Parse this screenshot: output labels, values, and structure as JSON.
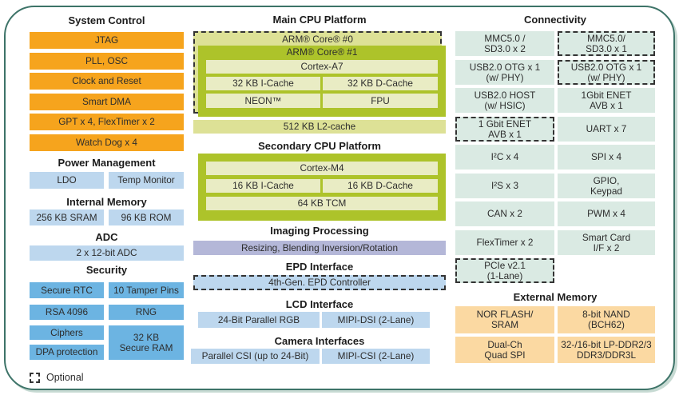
{
  "colors": {
    "orange": "#f6a41d",
    "light_blue": "#bdd7ee",
    "security_blue": "#6cb4e2",
    "cpu_green": "#adc32a",
    "pale_green": "#e9ecc4",
    "olive": "#dde196",
    "imaging_purple": "#b4b7d8",
    "connectivity_teal": "#daeae3",
    "memory_orange": "#fbd9a2",
    "frame_teal": "#3d7368",
    "frame_shadow": "#c7dad3"
  },
  "legend": {
    "optional": "Optional"
  },
  "left": {
    "system_control": {
      "title": "System Control",
      "items": [
        "JTAG",
        "PLL, OSC",
        "Clock and Reset",
        "Smart DMA",
        "GPT x 4, FlexTimer x 2",
        "Watch Dog x 4"
      ]
    },
    "power_management": {
      "title": "Power Management",
      "items": [
        "LDO",
        "Temp Monitor"
      ]
    },
    "internal_memory": {
      "title": "Internal Memory",
      "items": [
        "256 KB SRAM",
        "96 KB ROM"
      ]
    },
    "adc": {
      "title": "ADC",
      "items": [
        "2 x 12-bit ADC"
      ]
    },
    "security": {
      "title": "Security",
      "items": [
        "Secure RTC",
        "10 Tamper Pins",
        "RSA 4096",
        "RNG",
        "Ciphers",
        "DPA protection",
        "32 KB\nSecure RAM"
      ]
    }
  },
  "middle": {
    "main_cpu": {
      "title": "Main CPU Platform",
      "core0": "ARM® Core® #0",
      "core1": "ARM® Core® #1",
      "cortex": "Cortex-A7",
      "icache": "32 KB I-Cache",
      "dcache": "32 KB D-Cache",
      "neon": "NEON™",
      "fpu": "FPU",
      "l2cache": "512 KB L2-cache"
    },
    "secondary_cpu": {
      "title": "Secondary CPU Platform",
      "cortex": "Cortex-M4",
      "icache": "16 KB I-Cache",
      "dcache": "16 KB D-Cache",
      "tcm": "64 KB TCM"
    },
    "imaging": {
      "title": "Imaging Processing",
      "block": "Resizing, Blending Inversion/Rotation"
    },
    "epd": {
      "title": "EPD Interface",
      "block": "4th-Gen. EPD Controller"
    },
    "lcd": {
      "title": "LCD Interface",
      "blocks": [
        "24-Bit Parallel RGB",
        "MIPI-DSI (2-Lane)"
      ]
    },
    "camera": {
      "title": "Camera Interfaces",
      "blocks": [
        "Parallel CSI (up to 24-Bit)",
        "MIPI-CSI (2-Lane)"
      ]
    }
  },
  "right": {
    "connectivity": {
      "title": "Connectivity",
      "cells": [
        {
          "label": "MMC5.0 /\nSD3.0 x 2",
          "optional": false
        },
        {
          "label": "MMC5.0/\nSD3.0 x 1",
          "optional": true
        },
        {
          "label": "USB2.0 OTG x 1\n(w/ PHY)",
          "optional": false
        },
        {
          "label": "USB2.0 OTG x 1\n(w/ PHY)",
          "optional": true
        },
        {
          "label": "USB2.0 HOST\n(w/ HSIC)",
          "optional": false
        },
        {
          "label": "1Gbit ENET\nAVB x 1",
          "optional": false
        },
        {
          "label": "1 Gbit ENET\nAVB x 1",
          "optional": true
        },
        {
          "label": "UART x 7",
          "optional": false
        },
        {
          "label": "I²C x 4",
          "optional": false
        },
        {
          "label": "SPI x 4",
          "optional": false
        },
        {
          "label": "I²S x 3",
          "optional": false
        },
        {
          "label": "GPIO,\nKeypad",
          "optional": false
        },
        {
          "label": "CAN x 2",
          "optional": false
        },
        {
          "label": "PWM x 4",
          "optional": false
        },
        {
          "label": "FlexTimer x 2",
          "optional": false
        },
        {
          "label": "Smart Card\nI/F x 2",
          "optional": false
        },
        {
          "label": "PCIe v2.1\n(1-Lane)",
          "optional": true
        }
      ]
    },
    "external_memory": {
      "title": "External Memory",
      "cells": [
        {
          "label": "NOR FLASH/\nSRAM"
        },
        {
          "label": "8-bit NAND\n(BCH62)"
        },
        {
          "label": "Dual-Ch\nQuad SPI"
        },
        {
          "label": "32-/16-bit LP-DDR2/3\nDDR3/DDR3L"
        }
      ]
    }
  }
}
